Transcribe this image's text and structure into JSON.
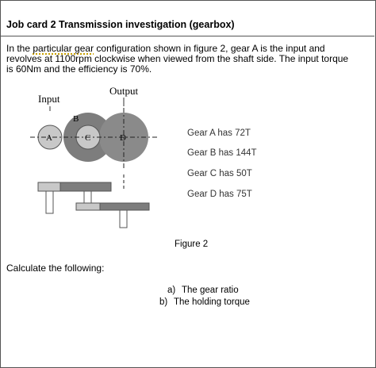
{
  "title": "Job card 2 Transmission investigation (gearbox)",
  "intro": {
    "before": "In the ",
    "squiggle": "particular gear",
    "line1_after": " configuration shown in figure 2, gear A is the input and",
    "line2": "revolves at 1100rpm clockwise when viewed from the shaft side. The input torque",
    "line3": "is 60Nm and the efficiency is 70%."
  },
  "figure": {
    "input_label": "Input",
    "output_label": "Output",
    "gear_letters": [
      "A",
      "B",
      "C",
      "D"
    ],
    "caption": "Figure 2"
  },
  "gears": [
    "Gear A has 72T",
    "Gear B has 144T",
    "Gear C has 50T",
    "Gear D has 75T"
  ],
  "calculate": "Calculate the following:",
  "questions": [
    {
      "label": "a)",
      "text": "The gear ratio"
    },
    {
      "label": "b)",
      "text": "The holding torque"
    }
  ]
}
